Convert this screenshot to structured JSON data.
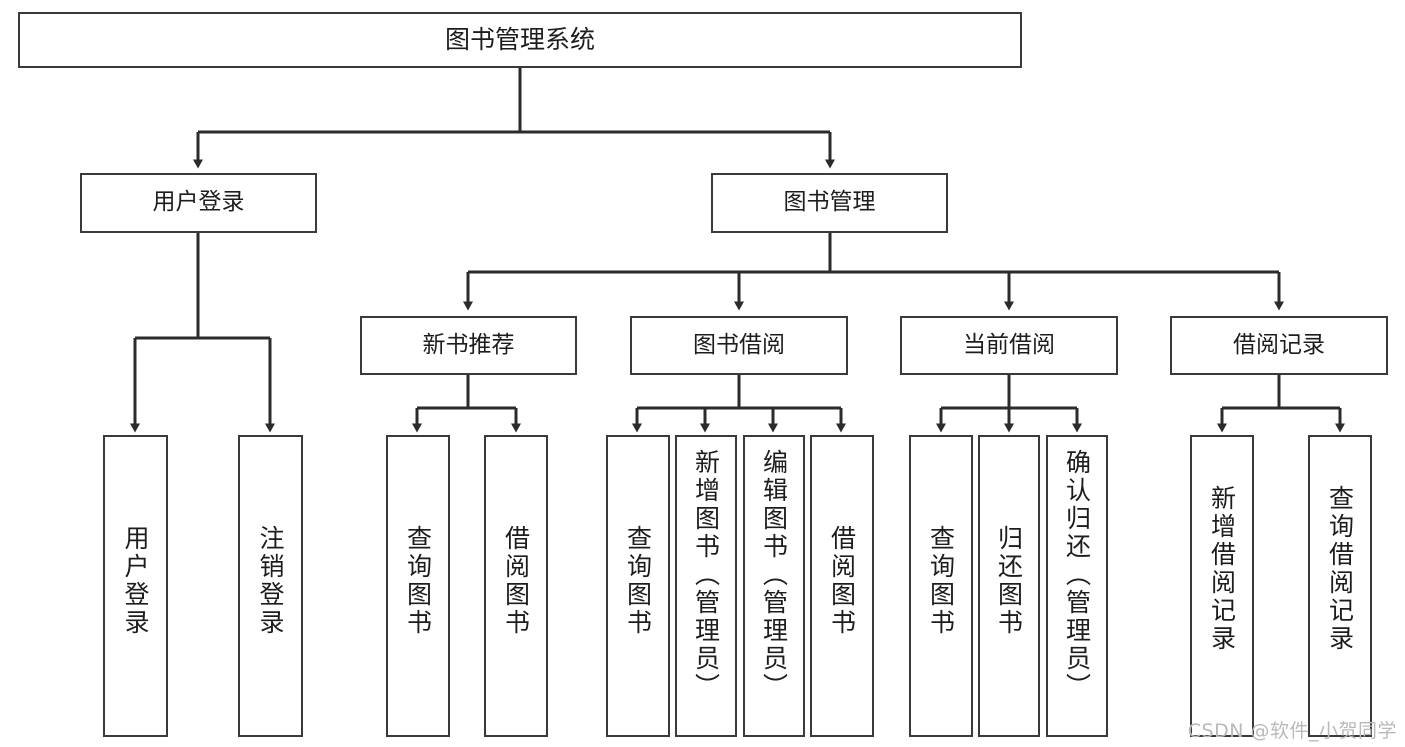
{
  "diagram": {
    "title": "图书管理系统",
    "type": "function-structure-tree",
    "root": {
      "label": "图书管理系统"
    },
    "level2": [
      {
        "label": "用户登录"
      },
      {
        "label": "图书管理"
      }
    ],
    "level3": [
      {
        "label": "新书推荐",
        "parent": "图书管理"
      },
      {
        "label": "图书借阅",
        "parent": "图书管理"
      },
      {
        "label": "当前借阅",
        "parent": "图书管理"
      },
      {
        "label": "借阅记录",
        "parent": "图书管理"
      }
    ],
    "leaves": [
      {
        "label": "用户登录",
        "parent": "用户登录"
      },
      {
        "label": "注销登录",
        "parent": "用户登录"
      },
      {
        "label": "查询图书",
        "parent": "新书推荐"
      },
      {
        "label": "借阅图书",
        "parent": "新书推荐"
      },
      {
        "label": "查询图书",
        "parent": "图书借阅"
      },
      {
        "label": "新增图书（管理员）",
        "parent": "图书借阅"
      },
      {
        "label": "编辑图书（管理员）",
        "parent": "图书借阅"
      },
      {
        "label": "借阅图书",
        "parent": "图书借阅"
      },
      {
        "label": "查询图书",
        "parent": "当前借阅"
      },
      {
        "label": "归还图书",
        "parent": "当前借阅"
      },
      {
        "label": "确认归还（管理员）",
        "parent": "当前借阅"
      },
      {
        "label": "新增借阅记录",
        "parent": "借阅记录"
      },
      {
        "label": "查询借阅记录",
        "parent": "借阅记录"
      }
    ]
  },
  "watermark": {
    "text": "CSDN @软件_小贺同学"
  },
  "colors": {
    "background": "#ffffff",
    "box_border": "#3a3a3a",
    "box_fill": "#ffffff",
    "text": "#1d1d1d",
    "connector": "#2b2b2b",
    "watermark": "#b9b9b9"
  }
}
